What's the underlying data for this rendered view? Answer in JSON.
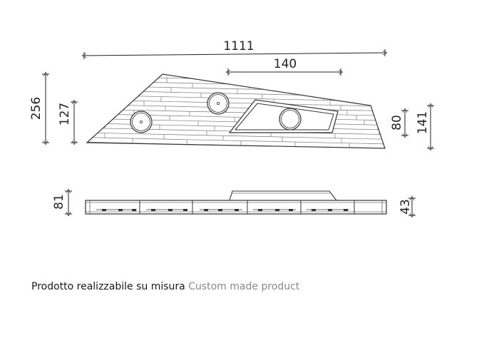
{
  "dimensions": {
    "overall_width": "1111",
    "opening_width": "140",
    "left_height": "256",
    "left_hole_height": "127",
    "right_inner_height": "80",
    "right_height": "141",
    "elevation_total": "81",
    "elevation_base": "43"
  },
  "caption": {
    "italian": "Prodotto realizzabile su misura",
    "english": "Custom made product"
  }
}
